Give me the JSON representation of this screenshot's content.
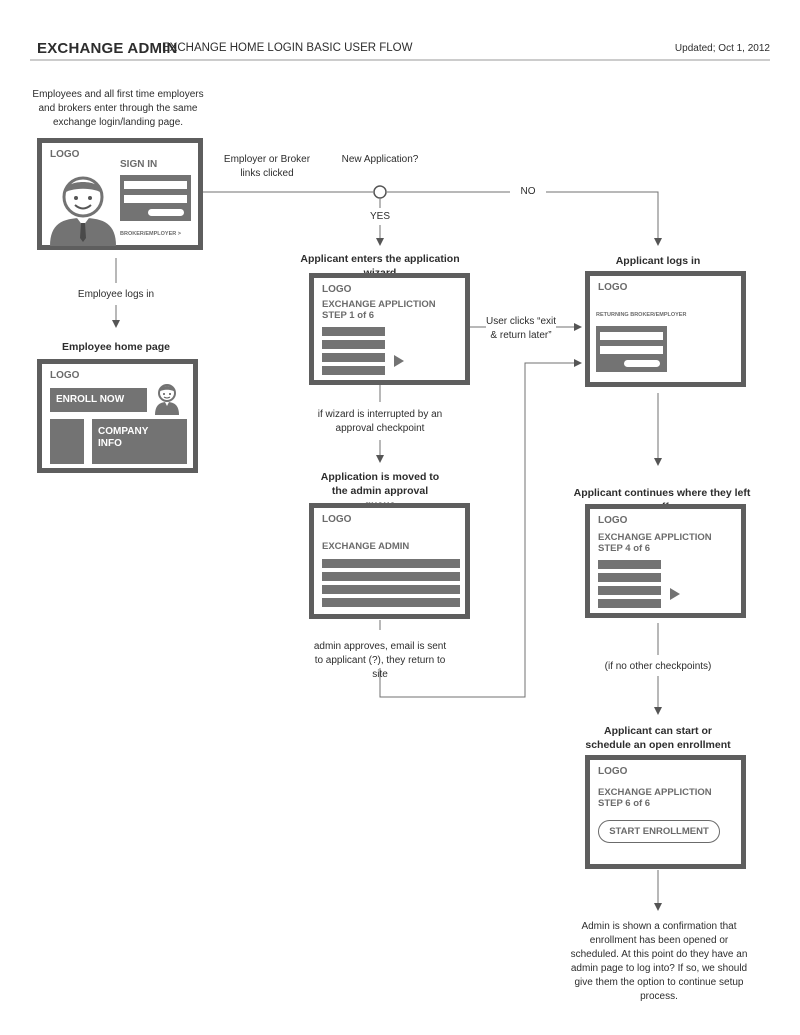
{
  "header": {
    "brand": "EXCHANGE ADMIN",
    "subtitle": "EXCHANGE HOME LOGIN BASIC USER FLOW",
    "updated": "Updated; Oct 1, 2012"
  },
  "captions": {
    "intro": "Employees and all first time employers and brokers enter through the same exchange login/landing page.",
    "employer_broker": "Employer or Broker links clicked",
    "new_application": "New Application?",
    "yes": "YES",
    "no": "NO",
    "employee_logs_in": "Employee logs in",
    "employee_home": "Employee home page",
    "applicant_enters": "Applicant enters the application wizard",
    "applicant_logs_in": "Applicant logs in",
    "user_clicks": "User clicks “exit & return later”",
    "wizard_interrupted": "if wizard is interrupted by an approval checkpoint",
    "moved_to_queue": "Application is moved to the admin approval queue",
    "applicant_continues": "Applicant continues where they left off",
    "admin_approves": "admin approves, email is sent to applicant (?), they return to site",
    "no_other_checkpoints": "(if no other checkpoints)",
    "can_start": "Applicant can start or schedule an open enrollment",
    "final_note": "Admin is shown a confirmation that enrollment has been opened or scheduled. At this point do they have an admin page to log into? If so, we should give them the option to continue setup process."
  },
  "screens": {
    "landing": {
      "logo": "LOGO",
      "sign_in": "SIGN IN",
      "broker_link": "BROKER/EMPLOYER >"
    },
    "employee_home": {
      "logo": "LOGO",
      "enroll_now": "ENROLL NOW",
      "company_info": "COMPANY INFO"
    },
    "wizard_step1": {
      "logo": "LOGO",
      "title": "EXCHANGE APPLICTION",
      "step": "STEP 1 of 6"
    },
    "admin_queue": {
      "logo": "LOGO",
      "title": "EXCHANGE ADMIN"
    },
    "returning_login": {
      "logo": "LOGO",
      "label": "RETURNING BROKER/EMPLOYER"
    },
    "wizard_step4": {
      "logo": "LOGO",
      "title": "EXCHANGE APPLICTION",
      "step": "STEP 4 of 6"
    },
    "wizard_step6": {
      "logo": "LOGO",
      "title": "EXCHANGE APPLICTION",
      "step": "STEP 6 of 6",
      "button": "START ENROLLMENT"
    }
  }
}
